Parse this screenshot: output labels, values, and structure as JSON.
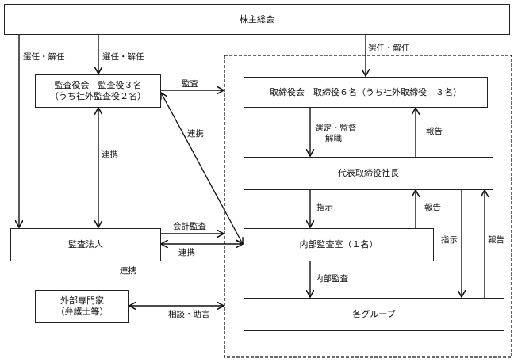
{
  "nodes": {
    "shareholders": {
      "label": "株主総会"
    },
    "audit_board": {
      "line1": "監査役会　監査役３名",
      "line2": "（うち社外監査役２名）"
    },
    "board": {
      "label": "取締役会　取締役６名（うち社外取締役　３名）"
    },
    "president": {
      "label": "代表取締役社長"
    },
    "internal_audit": {
      "label": "内部監査室（１名）"
    },
    "auditor_firm": {
      "label": "監査法人"
    },
    "external_experts": {
      "line1": "外部専門家",
      "line2": "（弁護士等）"
    },
    "groups": {
      "label": "各グループ"
    }
  },
  "edges": {
    "elect_auditor_firm": "選任・解任",
    "elect_audit_board": "選任・解任",
    "elect_board": "選任・解任",
    "audit": "監査",
    "cooperation_diag": "連携",
    "cooperation_vertical": "連携",
    "accounting_audit": "会計監査",
    "cooperation_horizontal": "連携",
    "cooperation_bottom": "連携",
    "consult_advise": "相談・助言",
    "select_supervise": "選定・監督",
    "dismiss": "解職",
    "report_to_board": "報告",
    "instruct_internal": "指示",
    "report_from_internal": "報告",
    "instruct_groups": "指示",
    "report_from_groups": "報告",
    "internal_audit_edge": "内部監査"
  }
}
